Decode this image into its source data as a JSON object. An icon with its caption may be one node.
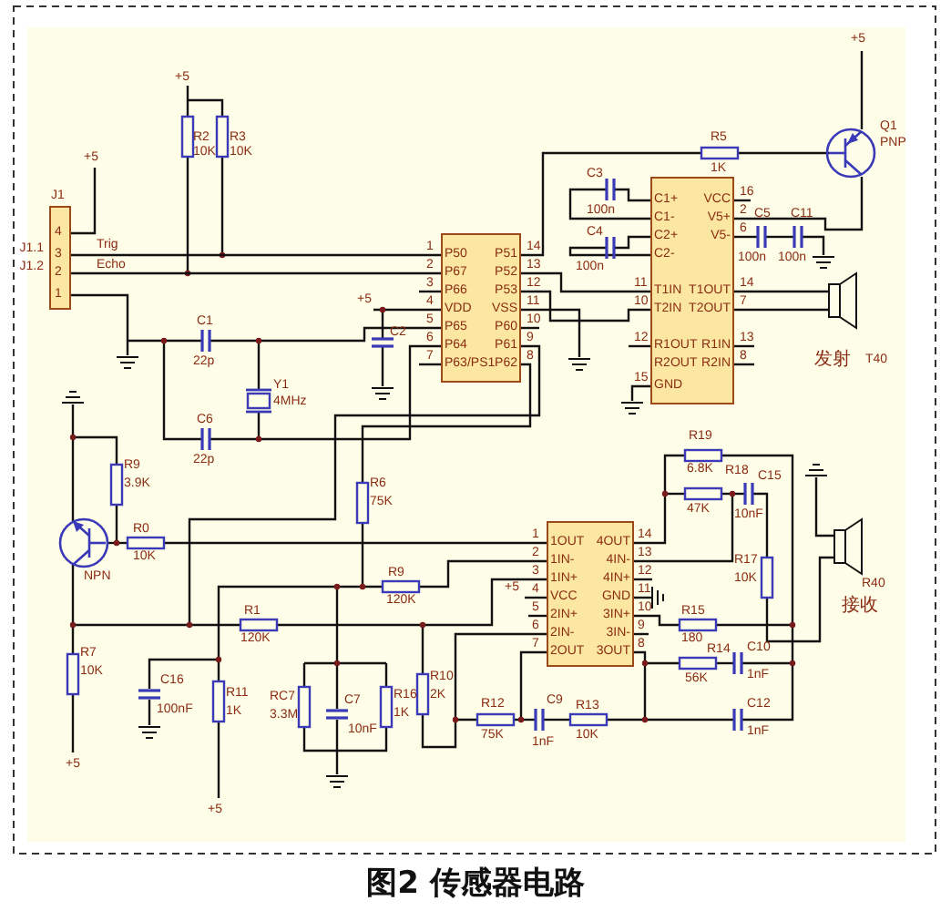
{
  "diagram": {
    "caption": "图2 传感器电路",
    "nodes": [
      {
        "text": [
          "J1",
          "4",
          "3",
          "2",
          "1"
        ],
        "beside": [
          "J1.1",
          "J1.2"
        ]
      },
      {
        "text": [
          "P50",
          "P67",
          "P66",
          "VDD",
          "P65",
          "P64",
          "P63/PS1",
          "P51",
          "P52",
          "P53",
          "VSS",
          "P60",
          "P61",
          "P62"
        ]
      },
      {
        "text": [
          "C1+",
          "C1-",
          "C2+",
          "C2-",
          "T1IN",
          "T2IN",
          "R1OUT",
          "R2OUT",
          "GND",
          "VCC",
          "V5+",
          "V5-",
          "T1OUT",
          "T2OUT",
          "R1IN",
          "R2IN"
        ]
      },
      {
        "text": [
          "1OUT",
          "1IN-",
          "1IN+",
          "VCC",
          "2IN+",
          "2IN-",
          "2OUT",
          "4OUT",
          "4IN-",
          "4IN+",
          "GND",
          "3IN+",
          "3IN-",
          "3OUT"
        ]
      }
    ],
    "edges": [
      {
        "from": 0,
        "to": 1,
        "arrow": "none"
      },
      {
        "from": 0,
        "to": 1,
        "arrow": "none"
      },
      {
        "from": 1,
        "to": 2,
        "arrow": "none"
      },
      {
        "from": 1,
        "to": 2,
        "arrow": "none"
      }
    ],
    "labels": [
      "+5",
      "+5",
      "Q1",
      "PNP",
      "R5",
      "1K",
      "+5",
      "R2",
      "10K",
      "R3",
      "10K",
      "C3",
      "100n",
      "C5",
      "C11",
      "C4",
      "100n",
      "100n",
      "100n",
      "Trig",
      "Echo",
      "+5",
      "C1",
      "C2",
      "22p",
      "发射",
      "T40",
      "Y1",
      "4MHz",
      "C6",
      "22p",
      "R19",
      "R9",
      "6.8K",
      "R18",
      "3.9K",
      "R6",
      "C15",
      "75K",
      "47K",
      "10nF",
      "R0",
      "10K",
      "R17",
      "NPN",
      "R9",
      "10K",
      "+5",
      "120K",
      "R40",
      "R1",
      "R15",
      "接收",
      "120K",
      "180",
      "R14",
      "C10",
      "R7",
      "10K",
      "C16",
      "R10",
      "56K",
      "1nF",
      "R11",
      "RC7",
      "C7",
      "R16",
      "2K",
      "R12",
      "C9",
      "R13",
      "C12",
      "100nF",
      "1K",
      "3.3M",
      "1K",
      "10nF",
      "75K",
      "1nF",
      "10K",
      "1nF",
      "+5",
      "+5",
      "1",
      "2",
      "3",
      "4",
      "5",
      "6",
      "7",
      "14",
      "13",
      "12",
      "11",
      "10",
      "9",
      "8",
      "11",
      "10",
      "12",
      "15",
      "16",
      "2",
      "6",
      "14",
      "7",
      "13",
      "8",
      "1",
      "2",
      "3",
      "4",
      "5",
      "6",
      "7",
      "14",
      "13",
      "12",
      "11",
      "10",
      "9",
      "8"
    ]
  }
}
